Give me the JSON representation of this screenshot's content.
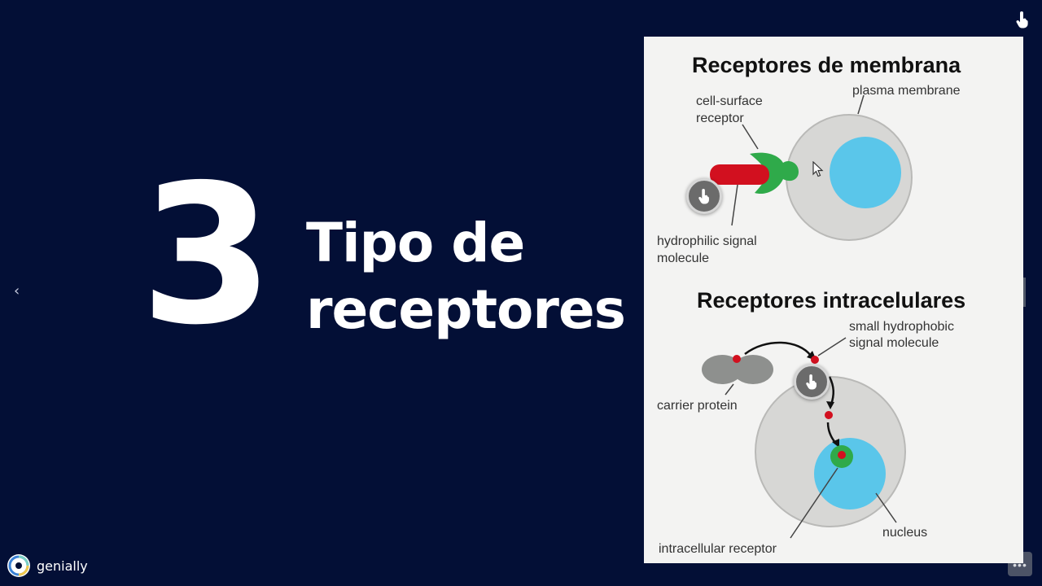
{
  "slide": {
    "number": "3",
    "title_line1": "Tipo de",
    "title_line2": "receptores"
  },
  "figure": {
    "membrane_heading": "Receptores de membrana",
    "label_plasma_membrane": "plasma membrane",
    "label_cell_surface_1": "cell-surface",
    "label_cell_surface_2": "receptor",
    "label_hydrophilic_1": "hydrophilic signal",
    "label_hydrophilic_2": "molecule",
    "intracellular_heading": "Receptores intracelulares",
    "label_small_hydrophobic_1": "small hydrophobic",
    "label_small_hydrophobic_2": "signal molecule",
    "label_carrier_protein": "carrier protein",
    "label_intracellular_receptor": "intracellular receptor",
    "label_nucleus": "nucleus"
  },
  "navigation": {
    "prev_icon": "chevron-left-icon",
    "next_icon": "chevron-right-icon",
    "more_icon": "ellipsis-icon"
  },
  "brand": {
    "name": "genially"
  },
  "colors": {
    "background": "#030f36",
    "signal_red": "#d2101f",
    "receptor_green": "#2faa4a",
    "nucleus_blue": "#5ac6ea",
    "cell_gray": "#d7d7d5",
    "hotspot_gray": "#6b6b6b"
  }
}
